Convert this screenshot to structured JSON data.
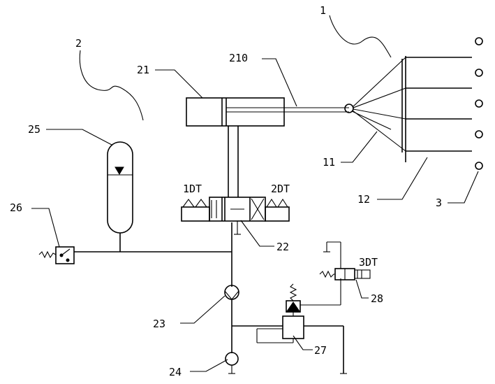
{
  "labels": {
    "l1": "1",
    "l2": "2",
    "l3": "3",
    "l11": "11",
    "l12": "12",
    "l21": "21",
    "l210": "210",
    "l22": "22",
    "l23": "23",
    "l24": "24",
    "l25": "25",
    "l26": "26",
    "l27": "27",
    "l28": "28",
    "s1dt": "1DT",
    "s2dt": "2DT",
    "s3dt": "3DT"
  }
}
